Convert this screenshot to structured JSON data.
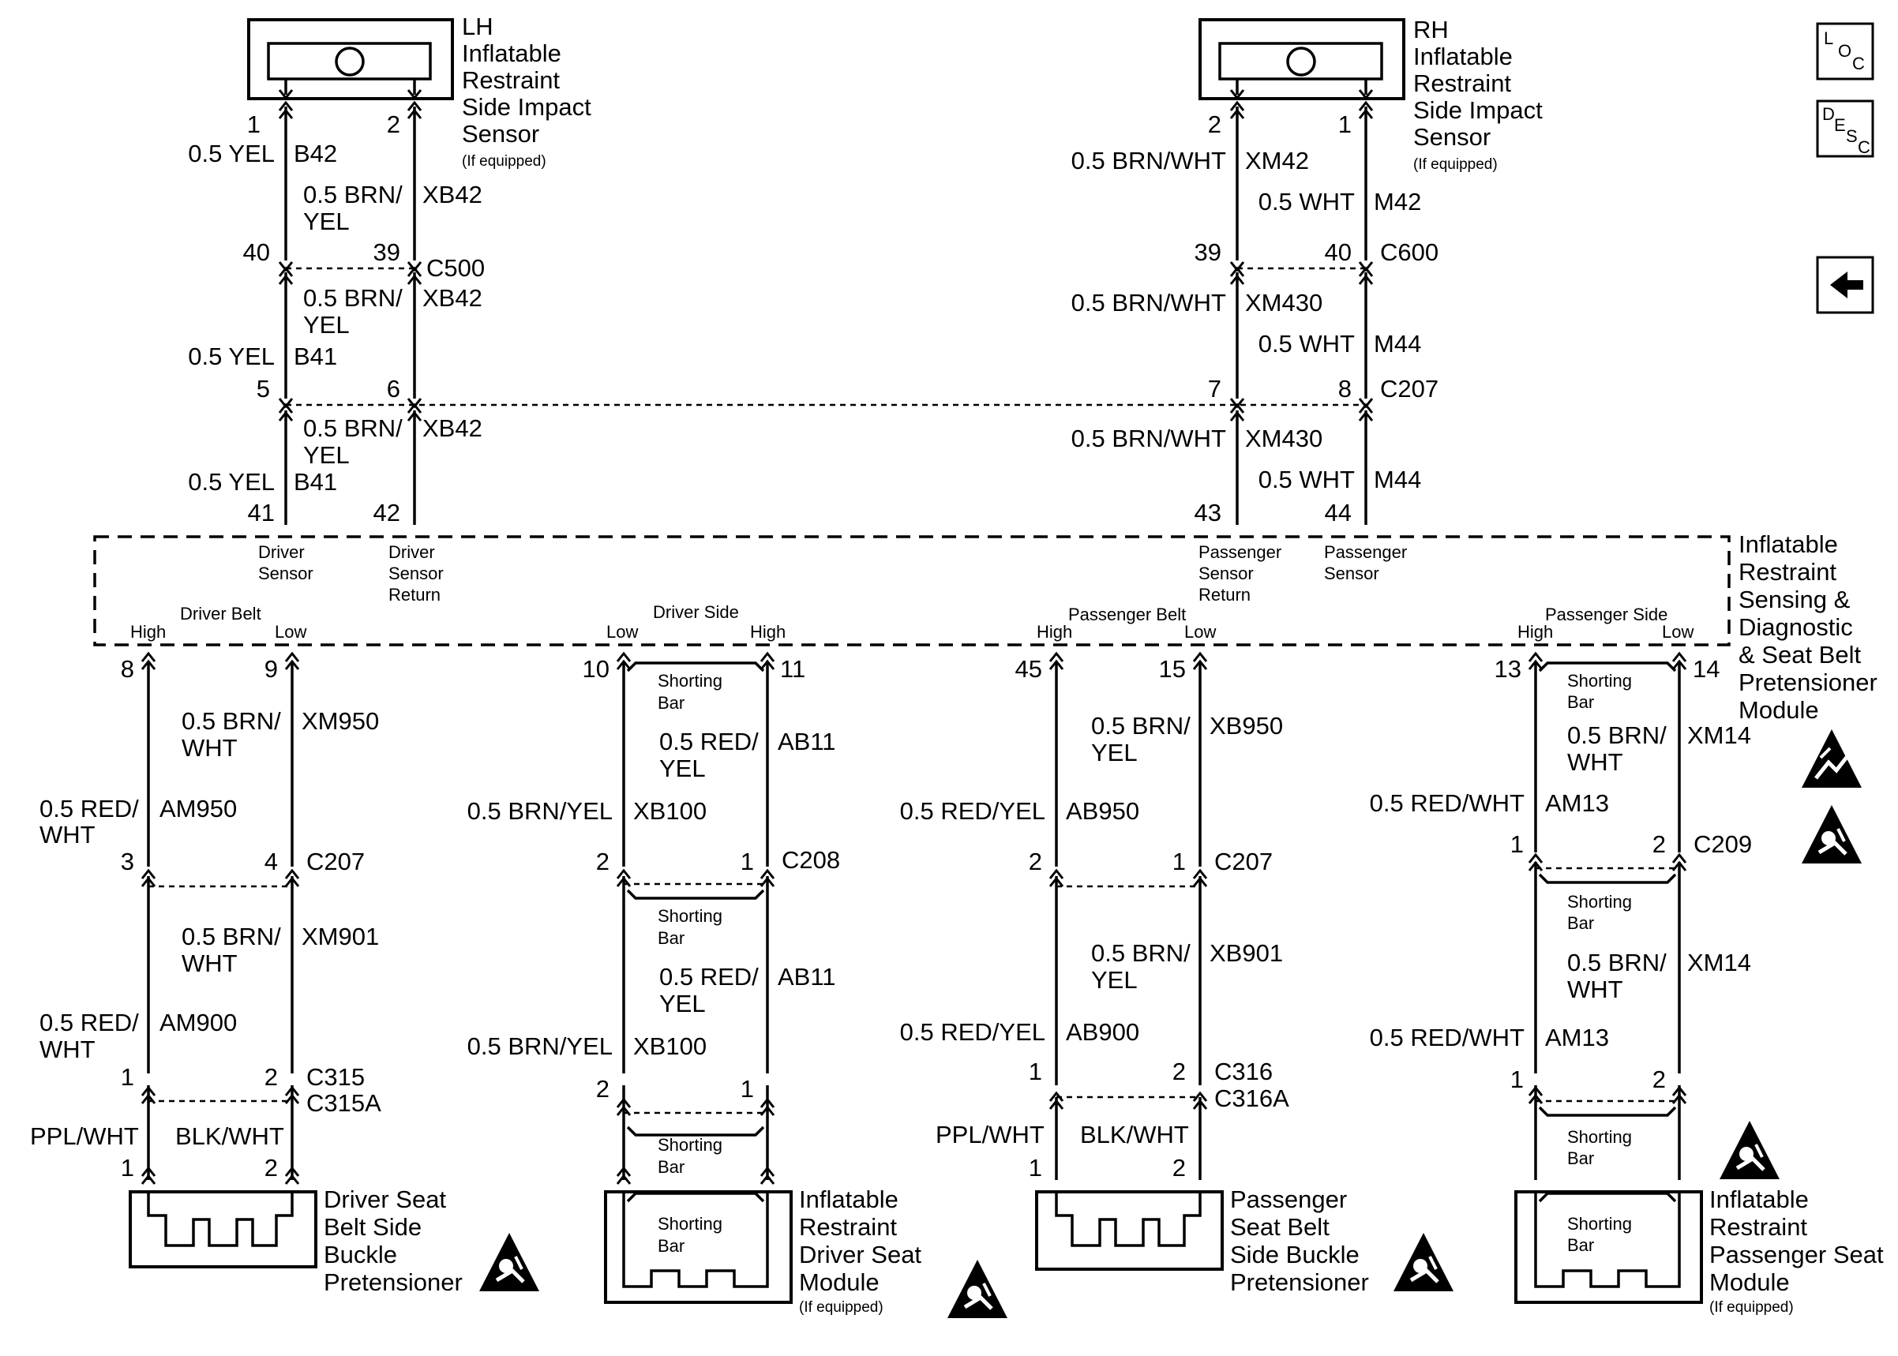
{
  "top": {
    "lh": {
      "title": [
        "LH",
        "Inflatable",
        "Restraint",
        "Side Impact",
        "Sensor"
      ],
      "note": "(If equipped)",
      "pins": [
        "1",
        "2"
      ],
      "seg1": [
        "0.5 YEL",
        "B42",
        "0.5 BRN/",
        "YEL",
        "XB42"
      ],
      "c500": [
        "40",
        "39",
        "C500"
      ],
      "seg2": [
        "0.5 BRN/",
        "YEL",
        "XB42",
        "0.5 YEL",
        "B41"
      ],
      "c207": [
        "5",
        "6"
      ],
      "seg3": [
        "0.5 BRN/",
        "YEL",
        "XB42",
        "0.5 YEL",
        "B41"
      ],
      "pins_bottom": [
        "41",
        "42"
      ]
    },
    "rh": {
      "title": [
        "RH",
        "Inflatable",
        "Restraint",
        "Side Impact",
        "Sensor"
      ],
      "note": "(If equipped)",
      "pins": [
        "2",
        "1"
      ],
      "seg1": [
        "0.5 BRN/WHT",
        "XM42",
        "0.5 WHT",
        "M42"
      ],
      "c600": [
        "39",
        "40",
        "C600"
      ],
      "seg2": [
        "0.5 BRN/WHT",
        "XM430",
        "0.5 WHT",
        "M44"
      ],
      "c207": [
        "7",
        "8",
        "C207"
      ],
      "seg3": [
        "0.5 BRN/WHT",
        "XM430",
        "0.5 WHT",
        "M44"
      ],
      "pins_bottom": [
        "43",
        "44"
      ]
    }
  },
  "module": {
    "name": [
      "Inflatable",
      "Restraint",
      "Sensing &",
      "Diagnostic",
      "& Seat Belt",
      "Pretensioner",
      "Module"
    ],
    "top_labels": [
      [
        "Driver",
        "Sensor"
      ],
      [
        "Driver",
        "Sensor",
        "Return"
      ],
      [
        "Passenger",
        "Sensor",
        "Return"
      ],
      [
        "Passenger",
        "Sensor"
      ]
    ],
    "groups": [
      {
        "title": "Driver Belt",
        "left": "High",
        "right": "Low"
      },
      {
        "title": "Driver Side",
        "left": "Low",
        "right": "High"
      },
      {
        "title": "Passenger Belt",
        "left": "High",
        "right": "Low"
      },
      {
        "title": "Passenger Side",
        "left": "High",
        "right": "Low"
      }
    ]
  },
  "circuits": {
    "driver_belt": {
      "pins_top": [
        "8",
        "9"
      ],
      "w1": [
        "0.5 BRN/",
        "WHT",
        "XM950",
        "0.5 RED/",
        "WHT",
        "AM950"
      ],
      "conn1": [
        "3",
        "4",
        "C207"
      ],
      "w2": [
        "0.5 BRN/",
        "WHT",
        "XM901",
        "0.5 RED/",
        "WHT",
        "AM900"
      ],
      "conn2": [
        "1",
        "2",
        "C315",
        "C315A"
      ],
      "w3": [
        "PPL/WHT",
        "BLK/WHT"
      ],
      "pins_bottom": [
        "1",
        "2"
      ],
      "device": [
        "Driver Seat",
        "Belt Side",
        "Buckle",
        "Pretensioner"
      ]
    },
    "driver_side": {
      "pins_top": [
        "10",
        "11"
      ],
      "bar": [
        "Shorting",
        "Bar"
      ],
      "w1": [
        "0.5 RED/",
        "YEL",
        "AB11",
        "0.5 BRN/YEL",
        "XB100"
      ],
      "conn1": [
        "2",
        "1",
        "C208"
      ],
      "w2": [
        "0.5 RED/",
        "YEL",
        "AB11",
        "0.5 BRN/YEL",
        "XB100"
      ],
      "conn2": [
        "2",
        "1"
      ],
      "device": [
        "Inflatable",
        "Restraint",
        "Driver Seat",
        "Module"
      ],
      "note": "(If equipped)"
    },
    "passenger_belt": {
      "pins_top": [
        "45",
        "15"
      ],
      "w1": [
        "0.5 BRN/",
        "YEL",
        "XB950",
        "0.5 RED/YEL",
        "AB950"
      ],
      "conn1": [
        "2",
        "1",
        "C207"
      ],
      "w2": [
        "0.5 BRN/",
        "YEL",
        "XB901",
        "0.5 RED/YEL",
        "AB900"
      ],
      "conn2": [
        "1",
        "2",
        "C316",
        "C316A"
      ],
      "w3": [
        "PPL/WHT",
        "BLK/WHT"
      ],
      "pins_bottom": [
        "1",
        "2"
      ],
      "device": [
        "Passenger",
        "Seat Belt",
        "Side Buckle",
        "Pretensioner"
      ]
    },
    "passenger_side": {
      "pins_top": [
        "13",
        "14"
      ],
      "bar": [
        "Shorting",
        "Bar"
      ],
      "w1": [
        "0.5 BRN/",
        "WHT",
        "XM14",
        "0.5 RED/WHT",
        "AM13"
      ],
      "conn1": [
        "1",
        "2",
        "C209"
      ],
      "w2": [
        "0.5 BRN/",
        "WHT",
        "XM14",
        "0.5 RED/WHT",
        "AM13"
      ],
      "conn2": [
        "1",
        "2"
      ],
      "device": [
        "Inflatable",
        "Restraint",
        "Passenger Seat",
        "Module"
      ],
      "note": "(If equipped)"
    }
  },
  "legend": {
    "loc": [
      "L",
      "O",
      "C"
    ],
    "desc": [
      "D",
      "E",
      "S",
      "C"
    ]
  },
  "icons": [
    "esd-warning-icon",
    "airbag-warning-icon",
    "back-arrow-icon"
  ]
}
